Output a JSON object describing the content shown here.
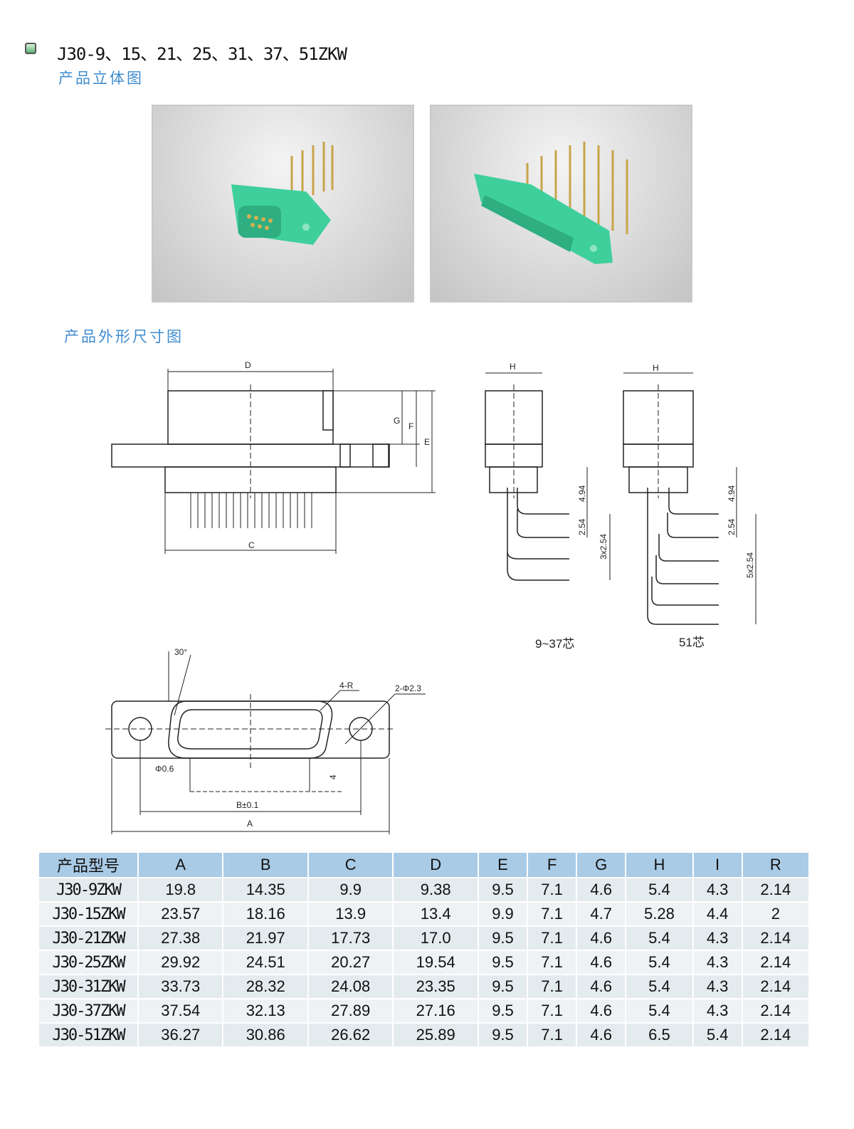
{
  "header": {
    "title": "J30-9、15、21、25、31、37、51ZKW",
    "section_3d": "产品立体图",
    "section_dims": "产品外形尺寸图"
  },
  "drawing": {
    "D": "D",
    "C": "C",
    "G": "G",
    "F": "F",
    "E": "E",
    "H": "H",
    "dim_494": "4.94",
    "dim_254": "2.54",
    "dim_3x254": "3x2.54",
    "dim_5x254": "5x2.54",
    "caption_937": "9~37芯",
    "caption_51": "51芯",
    "angle": "30°",
    "radius": "4-R",
    "hole": "2-Φ2.3",
    "pin": "Φ0.6",
    "pin_len": "4",
    "B": "B±0.1",
    "A": "A"
  },
  "table": {
    "headers": [
      "产品型号",
      "A",
      "B",
      "C",
      "D",
      "E",
      "F",
      "G",
      "H",
      "I",
      "R"
    ],
    "rows": [
      [
        "J30-9ZKW",
        "19.8",
        "14.35",
        "9.9",
        "9.38",
        "9.5",
        "7.1",
        "4.6",
        "5.4",
        "4.3",
        "2.14"
      ],
      [
        "J30-15ZKW",
        "23.57",
        "18.16",
        "13.9",
        "13.4",
        "9.9",
        "7.1",
        "4.7",
        "5.28",
        "4.4",
        "2"
      ],
      [
        "J30-21ZKW",
        "27.38",
        "21.97",
        "17.73",
        "17.0",
        "9.5",
        "7.1",
        "4.6",
        "5.4",
        "4.3",
        "2.14"
      ],
      [
        "J30-25ZKW",
        "29.92",
        "24.51",
        "20.27",
        "19.54",
        "9.5",
        "7.1",
        "4.6",
        "5.4",
        "4.3",
        "2.14"
      ],
      [
        "J30-31ZKW",
        "33.73",
        "28.32",
        "24.08",
        "23.35",
        "9.5",
        "7.1",
        "4.6",
        "5.4",
        "4.3",
        "2.14"
      ],
      [
        "J30-37ZKW",
        "37.54",
        "32.13",
        "27.89",
        "27.16",
        "9.5",
        "7.1",
        "4.6",
        "5.4",
        "4.3",
        "2.14"
      ],
      [
        "J30-51ZKW",
        "36.27",
        "30.86",
        "26.62",
        "25.89",
        "9.5",
        "7.1",
        "4.6",
        "6.5",
        "5.4",
        "2.14"
      ]
    ]
  }
}
